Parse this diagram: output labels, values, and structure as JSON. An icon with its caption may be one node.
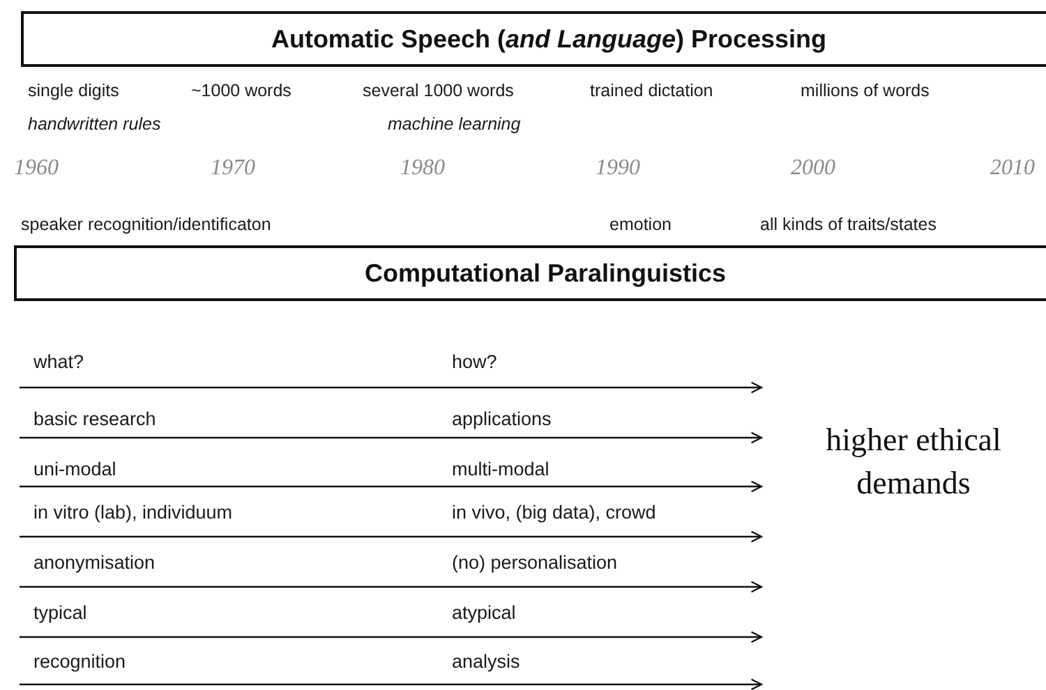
{
  "diagram": {
    "nodes": [
      {
        "text": [
          "Automatic Speech (*and Language*) Processing"
        ]
      },
      {
        "text": [
          "Computational Paralinguistics"
        ]
      }
    ],
    "labels": [
      "single digits",
      "~1000 words",
      "several 1000 words",
      "trained dictation",
      "millions of words",
      "handwritten rules",
      "machine learning",
      "1960",
      "1970",
      "1980",
      "1990",
      "2000",
      "2010",
      "speaker recognition/identificaton",
      "emotion",
      "all kinds of traits/states",
      "what?",
      "how?",
      "basic research",
      "applications",
      "uni-modal",
      "multi-modal",
      "in vitro (lab), individuum",
      "in vivo, (big data), crowd",
      "anonymisation",
      "(no) personalisation",
      "typical",
      "atypical",
      "recognition",
      "analysis",
      "higher ethical demands"
    ]
  }
}
